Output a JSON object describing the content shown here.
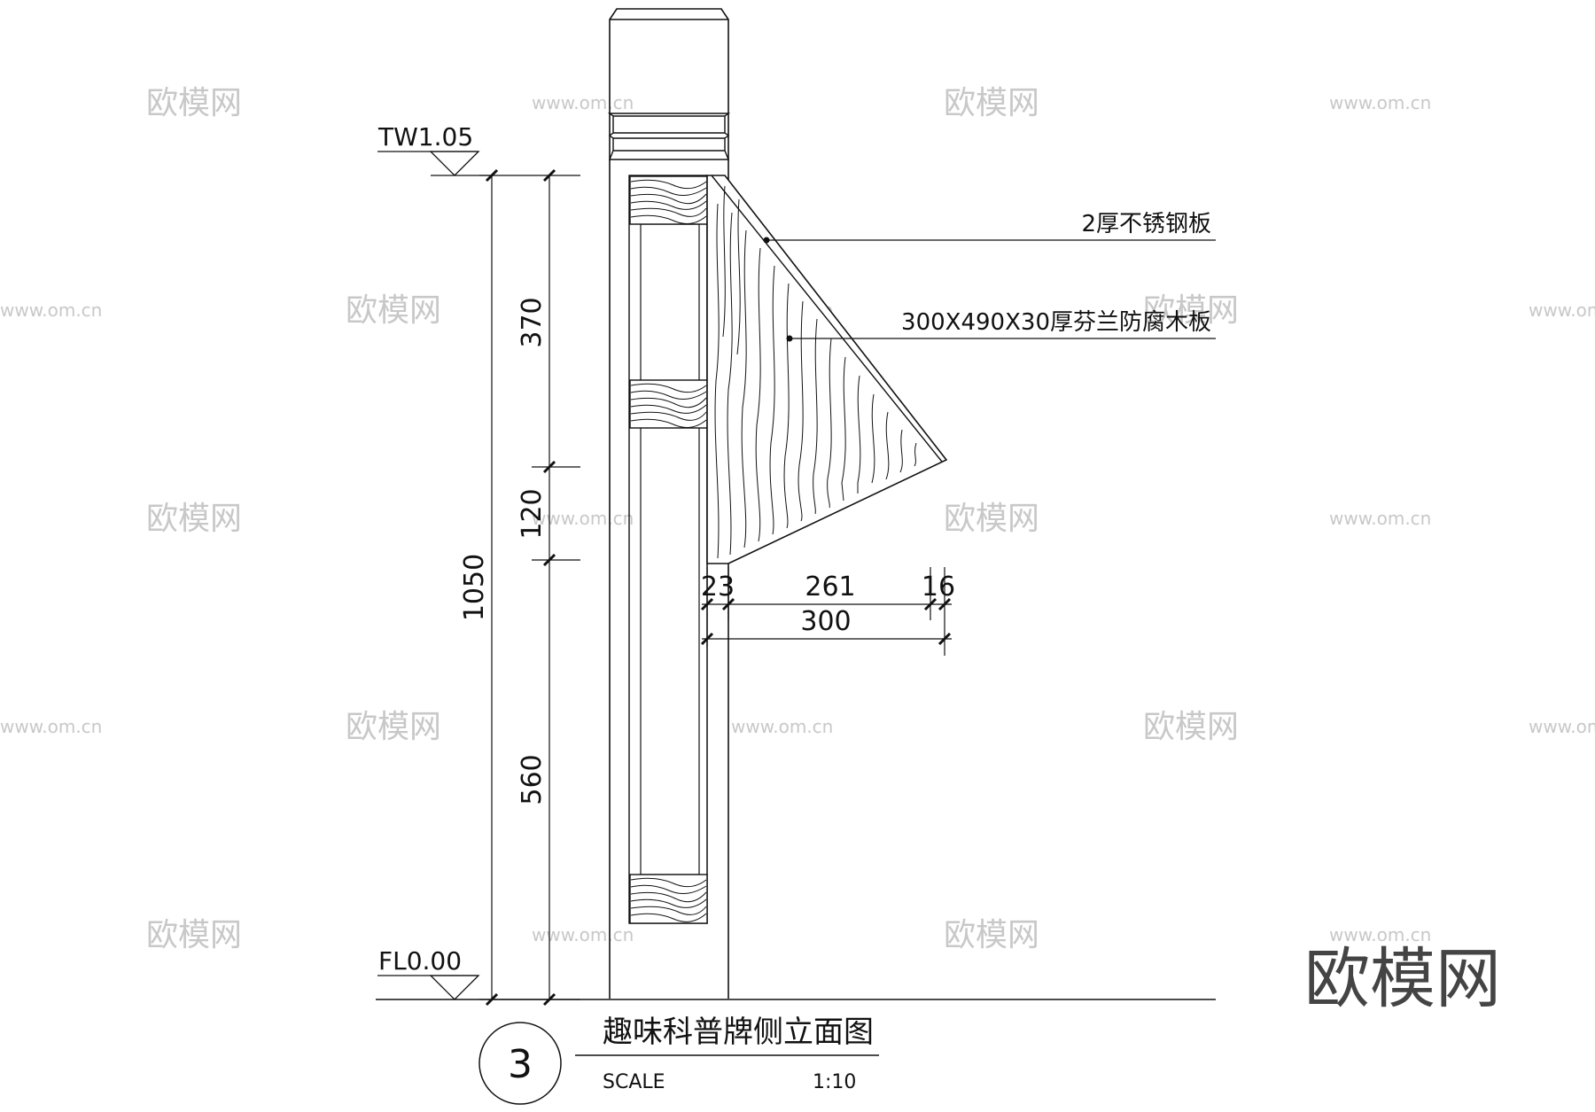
{
  "drawing": {
    "title": "趣味科普牌侧立面图",
    "detail_number": "3",
    "scale_label": "SCALE",
    "scale_value": "1:10",
    "level_top": "TW1.05",
    "level_floor": "FL0.00",
    "callouts": [
      "2厚不锈钢板",
      "300X490X30厚芬兰防腐木板"
    ],
    "vertical_dimensions": {
      "overall": "1050",
      "segment_top": "370",
      "segment_mid": "120",
      "segment_bottom": "560"
    },
    "horizontal_dimensions": {
      "left": "23",
      "mid": "261",
      "right": "16",
      "total": "300"
    }
  },
  "watermarks": {
    "logo_text": "欧模网",
    "url_text": "www.om.cn"
  }
}
